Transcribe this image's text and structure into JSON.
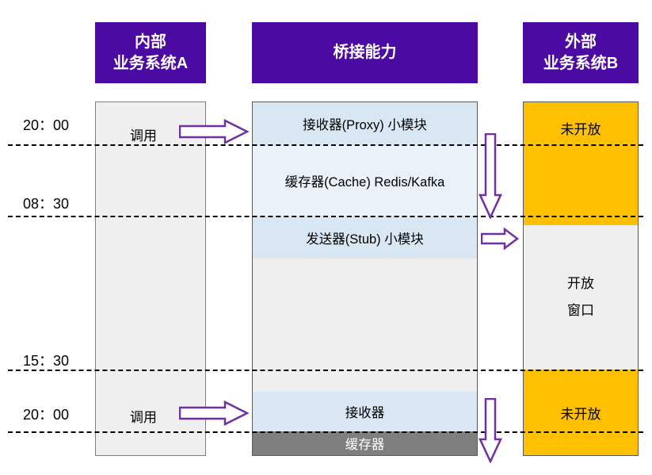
{
  "headers": {
    "system_a": "内部\n业务系统A",
    "bridge": "桥接能力",
    "system_b": "外部\n业务系统B"
  },
  "timeline": [
    {
      "label": "20：00"
    },
    {
      "label": "08：30"
    },
    {
      "label": "15：30"
    },
    {
      "label": "20：00"
    }
  ],
  "system_a": {
    "call_1": "调用",
    "call_2": "调用"
  },
  "bridge": {
    "blocks": [
      {
        "label": "接收器(Proxy) 小模块"
      },
      {
        "label": "缓存器(Cache) Redis/Kafka"
      },
      {
        "label": "发送器(Stub) 小模块"
      },
      {
        "label": "接收器"
      },
      {
        "label": "缓存器"
      }
    ]
  },
  "system_b": {
    "closed_top": "未开放",
    "open_window": "开放\n窗口",
    "closed_bottom": "未开放"
  },
  "colors": {
    "header_purple": "#4B0BA3",
    "arrow_purple": "#7030A0",
    "block_blue": "#D9E7F5",
    "block_blue_light": "#EAF1F9",
    "open_gray": "#EFEFEF",
    "closed_orange": "#FFC000",
    "cache_dark_gray": "#7F7F7F"
  }
}
